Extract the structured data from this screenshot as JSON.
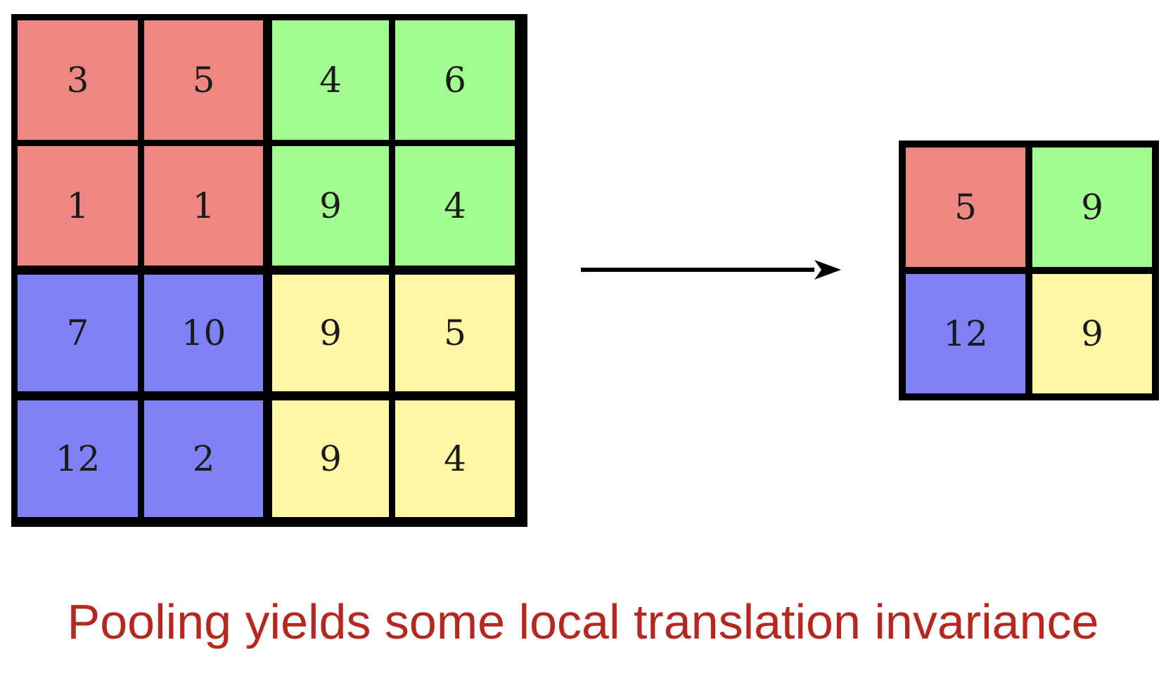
{
  "colors": {
    "red": "#ee8781",
    "green": "#a2fc8f",
    "blue": "#8181f7",
    "yellow": "#fef8a6",
    "border": "#000000",
    "caption": "#b5271f"
  },
  "input_grid": {
    "cells": [
      {
        "value": "3",
        "color": "red"
      },
      {
        "value": "5",
        "color": "red"
      },
      {
        "value": "4",
        "color": "green"
      },
      {
        "value": "6",
        "color": "green"
      },
      {
        "value": "1",
        "color": "red"
      },
      {
        "value": "1",
        "color": "red"
      },
      {
        "value": "9",
        "color": "green"
      },
      {
        "value": "4",
        "color": "green"
      },
      {
        "value": "7",
        "color": "blue"
      },
      {
        "value": "10",
        "color": "blue"
      },
      {
        "value": "9",
        "color": "yellow"
      },
      {
        "value": "5",
        "color": "yellow"
      },
      {
        "value": "12",
        "color": "blue"
      },
      {
        "value": "2",
        "color": "blue"
      },
      {
        "value": "9",
        "color": "yellow"
      },
      {
        "value": "4",
        "color": "yellow"
      }
    ]
  },
  "output_grid": {
    "cells": [
      {
        "value": "5",
        "color": "red"
      },
      {
        "value": "9",
        "color": "green"
      },
      {
        "value": "12",
        "color": "blue"
      },
      {
        "value": "9",
        "color": "yellow"
      }
    ]
  },
  "arrow_icon": "right-arrow-icon",
  "caption": "Pooling yields some local translation invariance"
}
